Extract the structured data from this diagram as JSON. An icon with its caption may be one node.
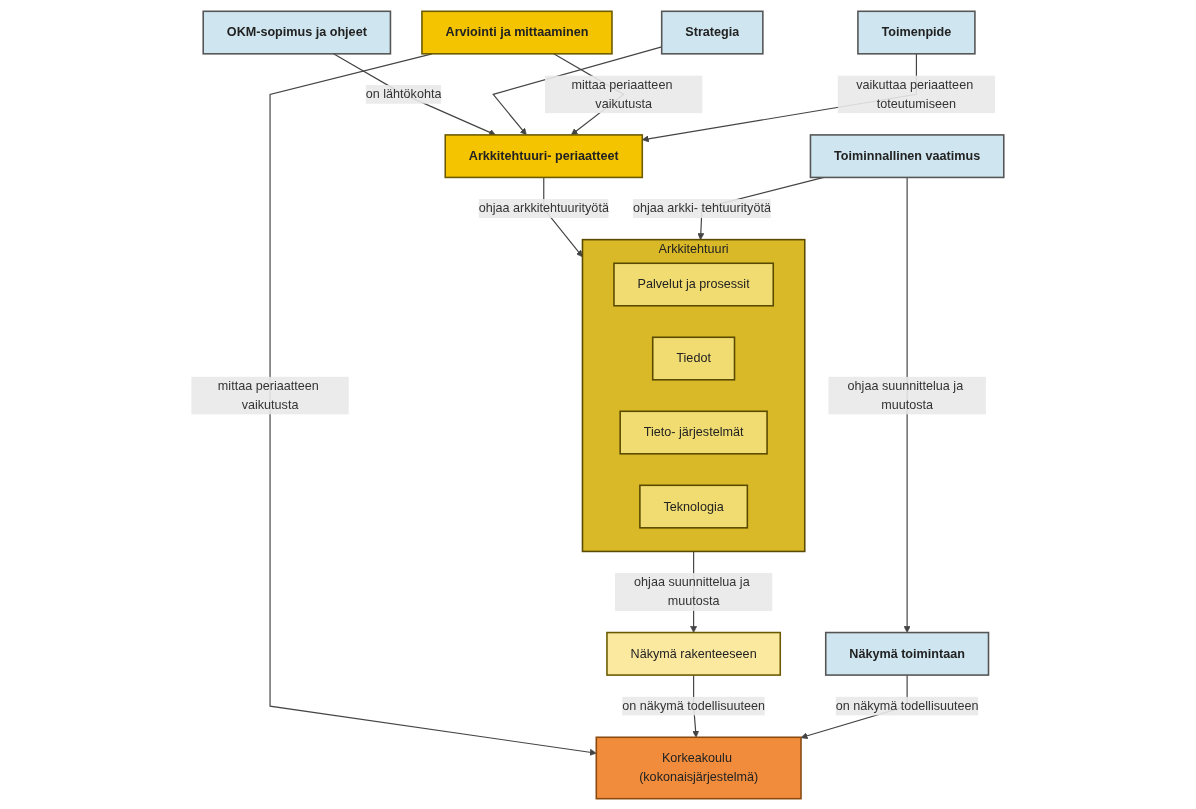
{
  "diagram": {
    "nodes": [
      {
        "text": [
          "OKM-sopimus ja ohjeet"
        ]
      },
      {
        "text": [
          "Strategia"
        ]
      },
      {
        "text": [
          "Arviointi ja mittaaminen"
        ]
      },
      {
        "text": [
          "Arkkitehtuuri- periaatteet"
        ]
      },
      {
        "text": [
          "Toimenpide"
        ]
      },
      {
        "text": [
          "Arkkitehtuuri"
        ]
      },
      {
        "text": [
          "Palvelut ja prosessit"
        ],
        "in": 5
      },
      {
        "text": [
          "Tiedot"
        ],
        "in": 5
      },
      {
        "text": [
          "Tieto- järjestelmät"
        ],
        "in": 5
      },
      {
        "text": [
          "Teknologia"
        ],
        "in": 5
      },
      {
        "text": [
          "Toiminnallinen vaatimus"
        ]
      },
      {
        "text": [
          "Näkymä rakenteeseen"
        ]
      },
      {
        "text": [
          "Näkymä toimintaan"
        ]
      },
      {
        "text": [
          "Korkeakoulu (kokonaisjärjestelmä)"
        ]
      }
    ],
    "edges": [
      {
        "from": 0,
        "to": 3,
        "arrow": "to",
        "label": "on lähtökohta"
      },
      {
        "from": 1,
        "to": 3,
        "arrow": "to"
      },
      {
        "from": 2,
        "to": 3,
        "arrow": "to",
        "label": "mittaa periaatteen vaikutusta"
      },
      {
        "from": 4,
        "to": 3,
        "arrow": "to",
        "label": "vaikuttaa periaatteen toteutumiseen"
      },
      {
        "from": 3,
        "to": 5,
        "arrow": "to",
        "label": "ohjaa arkkitehtuurityötä"
      },
      {
        "from": 10,
        "to": 5,
        "arrow": "to",
        "label": "ohjaa arkki- tehtuurityötä"
      },
      {
        "from": 2,
        "to": 13,
        "arrow": "to",
        "label": "mittaa periaatteen vaikutusta"
      },
      {
        "from": 5,
        "to": 11,
        "arrow": "to",
        "label": "ohjaa suunnittelua ja muutosta"
      },
      {
        "from": 10,
        "to": 12,
        "arrow": "to",
        "label": "ohjaa suunnittelua ja muutosta"
      },
      {
        "from": 11,
        "to": 13,
        "arrow": "to",
        "label": "on näkymä todellisuuteen"
      },
      {
        "from": 12,
        "to": 13,
        "arrow": "to",
        "label": "on näkymä todellisuuteen"
      }
    ]
  }
}
